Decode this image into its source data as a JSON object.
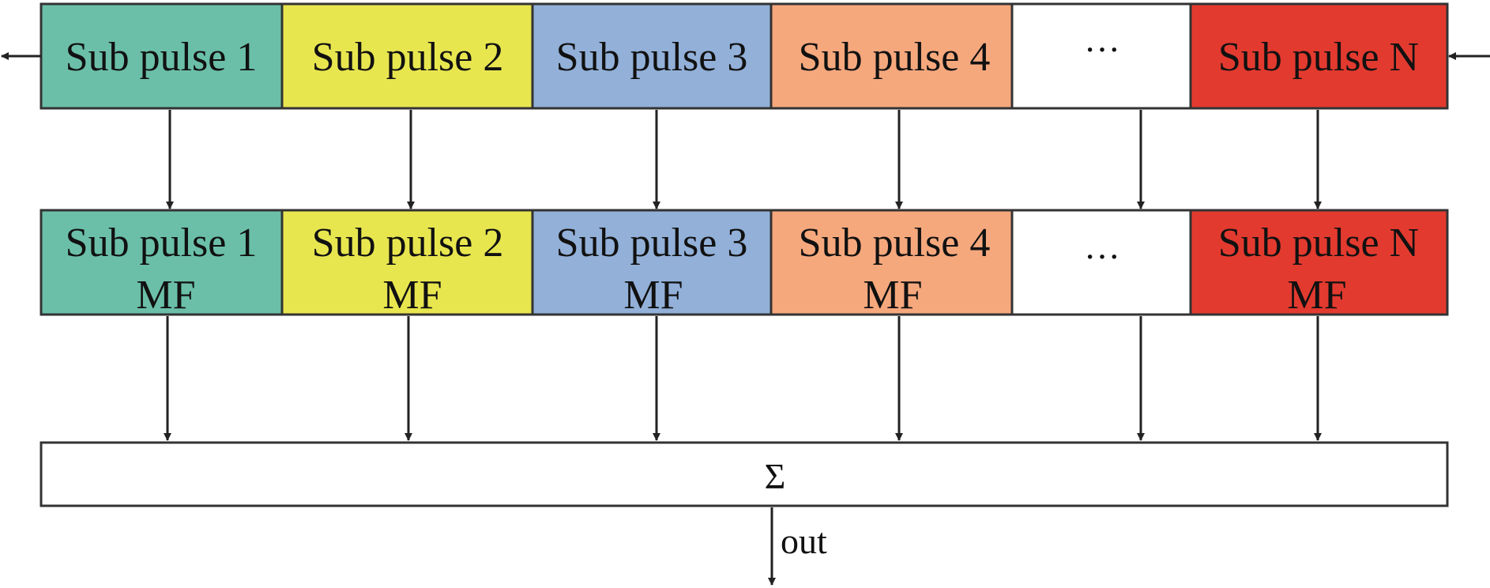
{
  "input_row": {
    "blocks": [
      {
        "label": "Sub pulse 1",
        "color": "#6bbfa8"
      },
      {
        "label": "Sub pulse 2",
        "color": "#e8e64f"
      },
      {
        "label": "Sub pulse 3",
        "color": "#92b0d8"
      },
      {
        "label": "Sub pulse 4",
        "color": "#f6a87d"
      },
      {
        "label": "···",
        "color": "#ffffff"
      },
      {
        "label": "Sub pulse N",
        "color": "#e33a2f"
      }
    ]
  },
  "mf_row": {
    "blocks": [
      {
        "line1": "Sub pulse 1",
        "line2": "MF",
        "color": "#6bbfa8"
      },
      {
        "line1": "Sub pulse 2",
        "line2": "MF",
        "color": "#e8e64f"
      },
      {
        "line1": "Sub pulse 3",
        "line2": "MF",
        "color": "#92b0d8"
      },
      {
        "line1": "Sub pulse 4",
        "line2": "MF",
        "color": "#f6a87d"
      },
      {
        "line1": "···",
        "line2": "",
        "color": "#ffffff"
      },
      {
        "line1": "Sub pulse N",
        "line2": "MF",
        "color": "#e33a2f"
      }
    ]
  },
  "sum_block": {
    "symbol": "Σ"
  },
  "output": {
    "label": "out"
  }
}
